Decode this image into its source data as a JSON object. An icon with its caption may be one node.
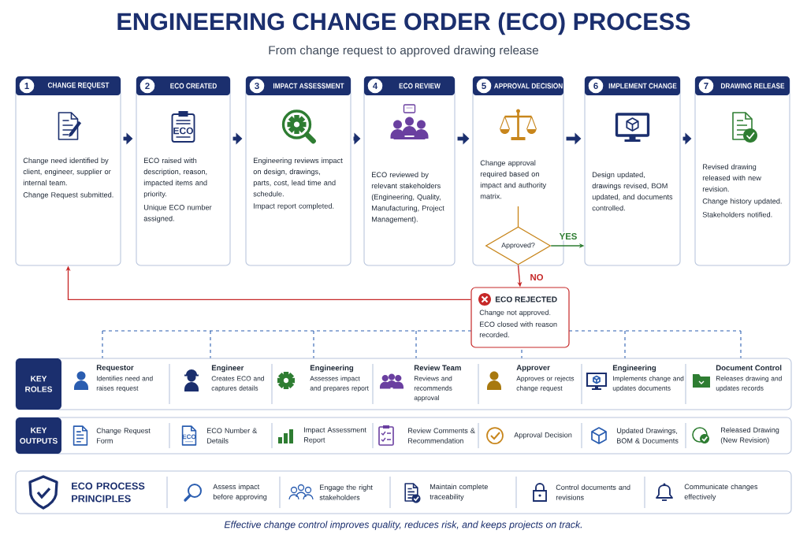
{
  "diagram": {
    "title": "ENGINEERING CHANGE ORDER (ECO) PROCESS",
    "caption": "Effective change control improves quality, reduces risk, and keeps projects on track.",
    "nodes": [
      {
        "text": [
          "1",
          "CHANGE REQUEST",
          "Change need identified by client, engineer, supplier or internal team.",
          "Change Request submitted."
        ]
      },
      {
        "text": [
          "2",
          "ECO CREATED",
          "ECO raised with description, reason, impacted items and priority.",
          "Unique ECO number assigned."
        ]
      },
      {
        "text": [
          "3",
          "IMPACT ASSESSMENT",
          "Engineering reviews impact on design, drawings, parts, cost, lead time and schedule.",
          "Impact report completed."
        ]
      },
      {
        "text": [
          "4",
          "ECO REVIEW",
          "ECO reviewed by relevant stakeholders (Engineering, Quality, Manufacturing, Project Management)."
        ]
      },
      {
        "text": [
          "5",
          "APPROVAL DECISION",
          "Change approval required based on impact and authority matrix."
        ]
      },
      {
        "text": [
          "6",
          "IMPLEMENT CHANGE",
          "Design updated, drawings revised, BOM updated, and documents controlled."
        ]
      },
      {
        "text": [
          "7",
          "DRAWING RELEASE",
          "Revised drawing released with new revision.",
          "Change history updated.",
          "Stakeholders notified."
        ]
      },
      {
        "text": [
          "Approved?"
        ],
        "in": 4
      },
      {
        "text": [
          "ECO REJECTED",
          "Change not approved.",
          "ECO closed with reason recorded."
        ]
      },
      {
        "text": [
          "KEY ROLES"
        ]
      },
      {
        "text": [
          "Requestor",
          "Identifies need and raises request"
        ],
        "in": 9
      },
      {
        "text": [
          "Engineer",
          "Creates ECO and captures details"
        ],
        "in": 9
      },
      {
        "text": [
          "Engineering",
          "Assesses impact and prepares report"
        ],
        "in": 9
      },
      {
        "text": [
          "Review Team",
          "Reviews and recommends approval"
        ],
        "in": 9
      },
      {
        "text": [
          "Approver",
          "Approves or rejects change request"
        ],
        "in": 9
      },
      {
        "text": [
          "Engineering",
          "Implements change and updates documents"
        ],
        "in": 9
      },
      {
        "text": [
          "Document Control",
          "Releases drawing and updates records"
        ],
        "in": 9
      },
      {
        "text": [
          "KEY OUTPUTS"
        ]
      },
      {
        "text": [
          "Change Request Form"
        ],
        "in": 17
      },
      {
        "text": [
          "ECO Number & Details"
        ],
        "in": 17
      },
      {
        "text": [
          "Impact Assessment Report"
        ],
        "in": 17
      },
      {
        "text": [
          "Review Comments & Recommendation"
        ],
        "in": 17
      },
      {
        "text": [
          "Approval Decision"
        ],
        "in": 17
      },
      {
        "text": [
          "Updated Drawings, BOM & Documents"
        ],
        "in": 17
      },
      {
        "text": [
          "Released Drawing (New Revision)"
        ],
        "in": 17
      },
      {
        "text": [
          "ECO PROCESS PRINCIPLES"
        ]
      },
      {
        "text": [
          "Assess impact before approving"
        ],
        "in": 25
      },
      {
        "text": [
          "Engage the right stakeholders"
        ],
        "in": 25
      },
      {
        "text": [
          "Maintain complete traceability"
        ],
        "in": 25
      },
      {
        "text": [
          "Control documents and revisions"
        ],
        "in": 25
      },
      {
        "text": [
          "Communicate changes effectively"
        ],
        "in": 25
      }
    ],
    "edges": [
      {
        "from": 0,
        "to": 1,
        "arrow": "to"
      },
      {
        "from": 1,
        "to": 2,
        "arrow": "to"
      },
      {
        "from": 2,
        "to": 3,
        "arrow": "to"
      },
      {
        "from": 3,
        "to": 4,
        "arrow": "to"
      },
      {
        "from": 4,
        "to": 5,
        "arrow": "to"
      },
      {
        "from": 5,
        "to": 6,
        "arrow": "to"
      },
      {
        "from": 7,
        "to": 5,
        "arrow": "to",
        "label": "YES",
        "color": "#2e7d32"
      },
      {
        "from": 7,
        "to": 8,
        "arrow": "to",
        "label": "NO",
        "color": "#c62828"
      },
      {
        "from": 8,
        "to": 0,
        "arrow": "to",
        "color": "#c62828"
      }
    ],
    "labels": [
      "From change request to approved drawing release",
      "ECO",
      "ECO"
    ]
  }
}
